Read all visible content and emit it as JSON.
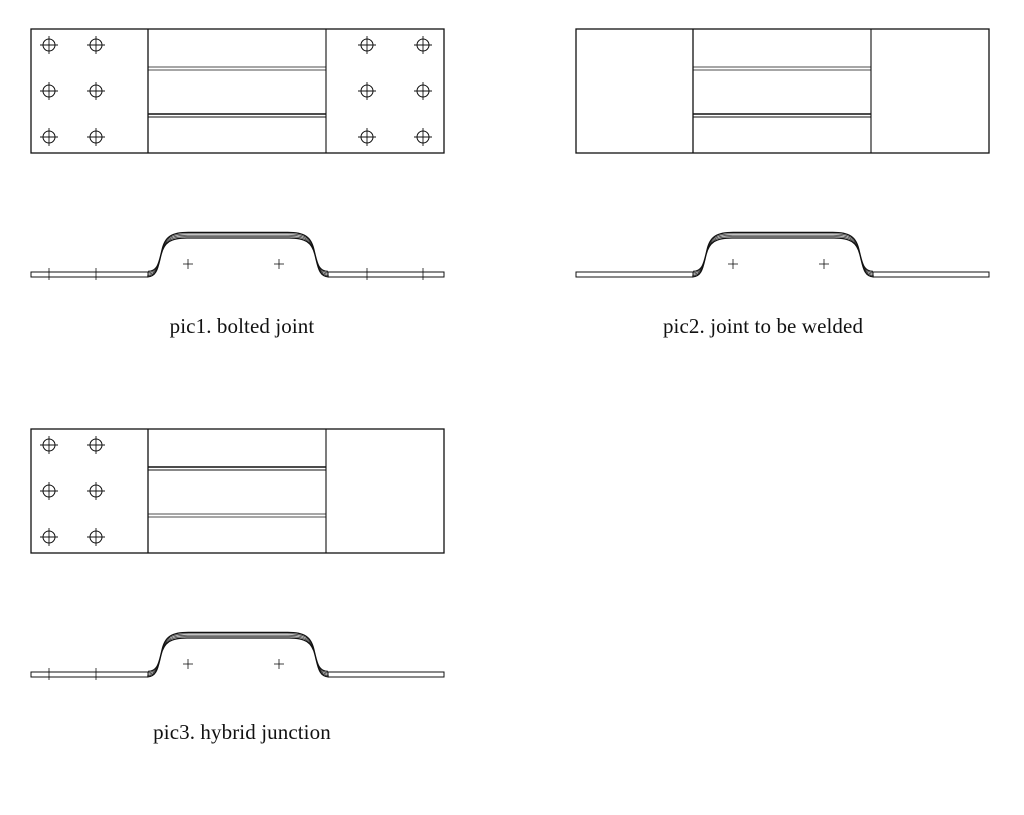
{
  "figures": [
    {
      "id": "pic1",
      "caption": "pic1. bolted joint",
      "bolts_left": true,
      "bolts_right": true
    },
    {
      "id": "pic2",
      "caption": "pic2. joint to be welded",
      "bolts_left": false,
      "bolts_right": false
    },
    {
      "id": "pic3",
      "caption": "pic3. hybrid junction",
      "bolts_left": true,
      "bolts_right": false
    }
  ],
  "colors": {
    "line": "#111111",
    "background": "#ffffff"
  },
  "icons": {
    "bolt_hole": "bolt-hole-crosshair-icon",
    "centre_mark": "centre-mark-plus-icon"
  }
}
